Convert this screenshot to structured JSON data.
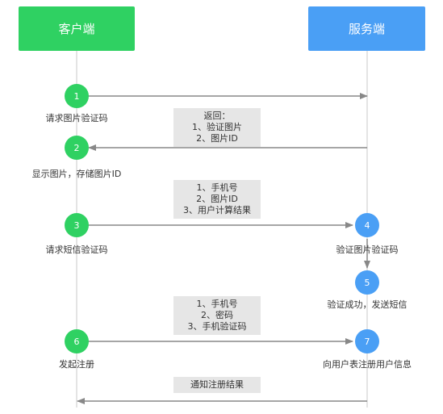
{
  "colors": {
    "client": "#2fd162",
    "server": "#4a9ff5",
    "line": "#888888",
    "note_bg": "#e6e6e6"
  },
  "client": {
    "title": "客户端"
  },
  "server": {
    "title": "服务端"
  },
  "steps": [
    {
      "num": "1",
      "label": "请求图片验证码",
      "side": "client"
    },
    {
      "num": "2",
      "label": "显示图片，存储图片ID",
      "side": "client"
    },
    {
      "num": "3",
      "label": "请求短信验证码",
      "side": "client"
    },
    {
      "num": "4",
      "label": "验证图片验证码",
      "side": "server"
    },
    {
      "num": "5",
      "label": "验证成功，发送短信",
      "side": "server"
    },
    {
      "num": "6",
      "label": "发起注册",
      "side": "client"
    },
    {
      "num": "7",
      "label": "向用户表注册用户信息",
      "side": "server"
    }
  ],
  "notes": [
    {
      "lines": [
        "返回：",
        "1、验证图片",
        "2、图片ID"
      ]
    },
    {
      "lines": [
        "1、手机号",
        "2、图片ID",
        "3、用户计算结果"
      ]
    },
    {
      "lines": [
        "1、手机号",
        "2、密码",
        "3、手机验证码"
      ]
    },
    {
      "lines": [
        "通知注册结果"
      ]
    }
  ]
}
